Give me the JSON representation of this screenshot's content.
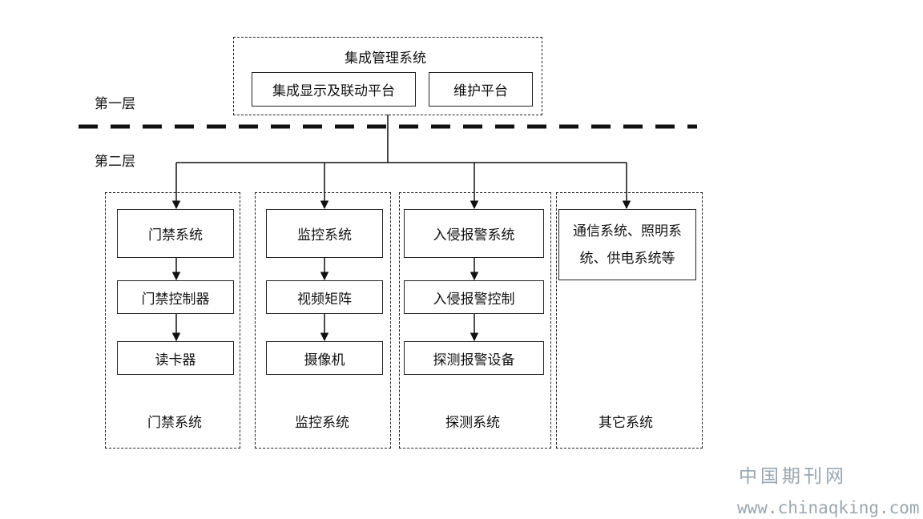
{
  "top": {
    "title": "集成管理系统",
    "left_box": "集成显示及联动平台",
    "right_box": "维护平台"
  },
  "layers": {
    "first": "第一层",
    "second": "第二层"
  },
  "columns": [
    {
      "items": [
        "门禁系统",
        "门禁控制器",
        "读卡器"
      ],
      "caption": "门禁系统"
    },
    {
      "items": [
        "监控系统",
        "视频矩阵",
        "摄像机"
      ],
      "caption": "监控系统"
    },
    {
      "items": [
        "入侵报警系统",
        "入侵报警控制",
        "探测报警设备"
      ],
      "caption": "探测系统"
    },
    {
      "items": [
        "通信系统、照明系统、供电系统等"
      ],
      "caption": "其它系统"
    }
  ],
  "watermark": {
    "cn": "中国期刊网",
    "url": "www.chinaqking.com"
  }
}
